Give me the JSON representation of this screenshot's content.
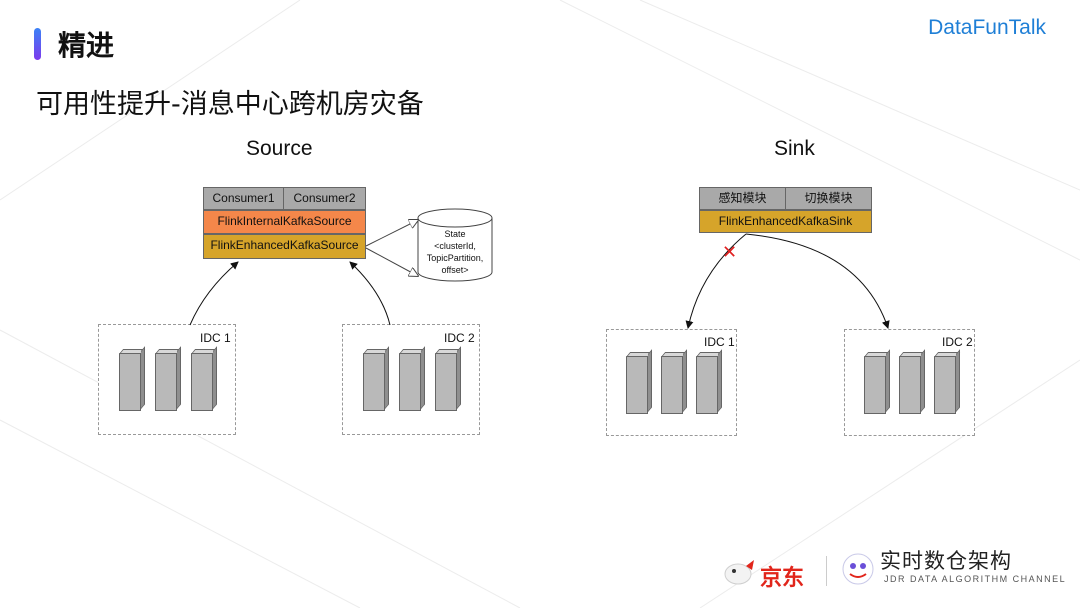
{
  "header": {
    "section_title": "精进",
    "brand": "DataFunTalk",
    "subtitle": "可用性提升-消息中心跨机房灾备"
  },
  "source": {
    "title": "Source",
    "consumers": [
      "Consumer1",
      "Consumer2"
    ],
    "internal_source": "FlinkInternalKafkaSource",
    "enhanced_source": "FlinkEnhancedKafkaSource",
    "state_lines": [
      "State",
      "<clusterId,",
      "TopicPartition,",
      "offset>"
    ],
    "idc": [
      "IDC 1",
      "IDC 2"
    ]
  },
  "sink": {
    "title": "Sink",
    "modules": [
      "感知模块",
      "切换模块"
    ],
    "enhanced_sink": "FlinkEnhancedKafkaSink",
    "failure_mark": "✕",
    "idc": [
      "IDC 1",
      "IDC 2"
    ]
  },
  "footer": {
    "jd": "京东",
    "watermark": "实时数仓架构",
    "channel": "JDR DATA ALGORITHM CHANNEL"
  },
  "colors": {
    "grey": "#a9a9a9",
    "orange": "#f4874a",
    "gold": "#d6a42a",
    "brand_blue": "#1f7fd6",
    "error_red": "#e02020"
  }
}
